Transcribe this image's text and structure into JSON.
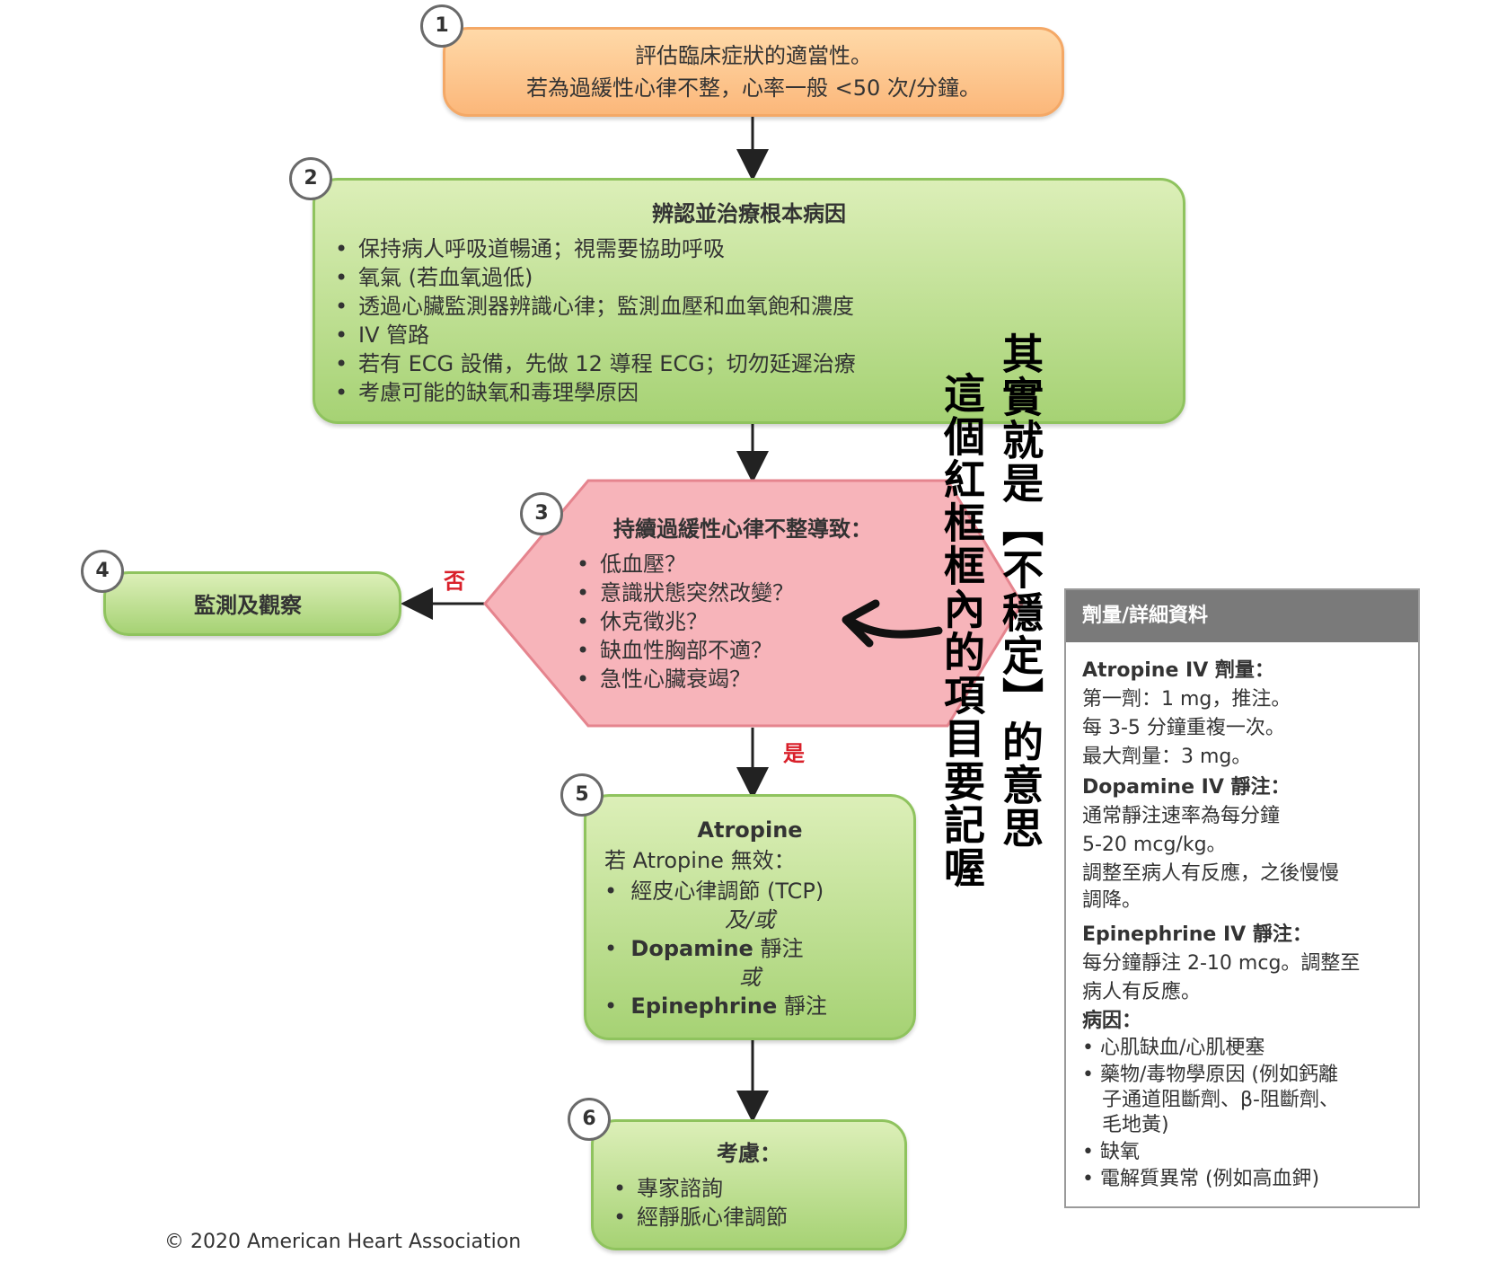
{
  "step1": {
    "number": "1",
    "line1": "評估臨床症狀的適當性。",
    "line2": "若為過緩性心律不整，心率一般 <50 次/分鐘。"
  },
  "step2": {
    "number": "2",
    "title": "辨認並治療根本病因",
    "items": [
      "保持病人呼吸道暢通；視需要協助呼吸",
      "氧氣 (若血氧過低)",
      "透過心臟監測器辨識心律；監測血壓和血氧飽和濃度",
      "IV 管路",
      "若有 ECG 設備，先做 12 導程 ECG；切勿延遲治療",
      "考慮可能的缺氧和毒理學原因"
    ]
  },
  "step3": {
    "number": "3",
    "title": "持續過緩性心律不整導致：",
    "items": [
      "低血壓？",
      "意識狀態突然改變？",
      "休克徵兆？",
      "缺血性胸部不適？",
      "急性心臟衰竭？"
    ]
  },
  "step4": {
    "number": "4",
    "label": "監測及觀察"
  },
  "branch": {
    "no": "否",
    "yes": "是"
  },
  "step5": {
    "number": "5",
    "title": "Atropine",
    "subtitle": "若 Atropine 無效：",
    "item1": "經皮心律調節 (TCP)",
    "or1": "及/或",
    "item2_bold": "Dopamine",
    "item2_rest": " 靜注",
    "or2": "或",
    "item3_bold": "Epinephrine",
    "item3_rest": " 靜注"
  },
  "step6": {
    "number": "6",
    "title": "考慮：",
    "items": [
      "專家諮詢",
      "經靜脈心律調節"
    ]
  },
  "annotation": {
    "col1": "其實就是【不穩定】的意思",
    "col2": "這個紅框框內的項目要記喔"
  },
  "dosage": {
    "header": "劑量/詳細資料",
    "atropine_title": "Atropine IV 劑量：",
    "atropine_lines": [
      "第一劑：1 mg，推注。",
      "每 3-5 分鐘重複一次。",
      "最大劑量：3 mg。"
    ],
    "dopamine_title": "Dopamine IV 靜注：",
    "dopamine_lines": [
      "通常靜注速率為每分鐘",
      "5-20 mcg/kg。",
      "調整至病人有反應，之後慢慢",
      "調降。"
    ],
    "epinephrine_title": "Epinephrine IV 靜注：",
    "epinephrine_lines": [
      "每分鐘靜注 2-10 mcg。調整至",
      "病人有反應。"
    ],
    "causes_title": "病因：",
    "causes": [
      [
        "心肌缺血/心肌梗塞"
      ],
      [
        "藥物/毒物學原因 (例如鈣離",
        "子通道阻斷劑、β-阻斷劑、",
        "毛地黃)"
      ],
      [
        "缺氧"
      ],
      [
        "電解質異常 (例如高血鉀)"
      ]
    ]
  },
  "copyright": "© 2020 American Heart Association",
  "colors": {
    "orange": "#fbb77a",
    "green": "#a6d274",
    "pink": "#f7aeb4",
    "red_label": "#d9202a"
  }
}
